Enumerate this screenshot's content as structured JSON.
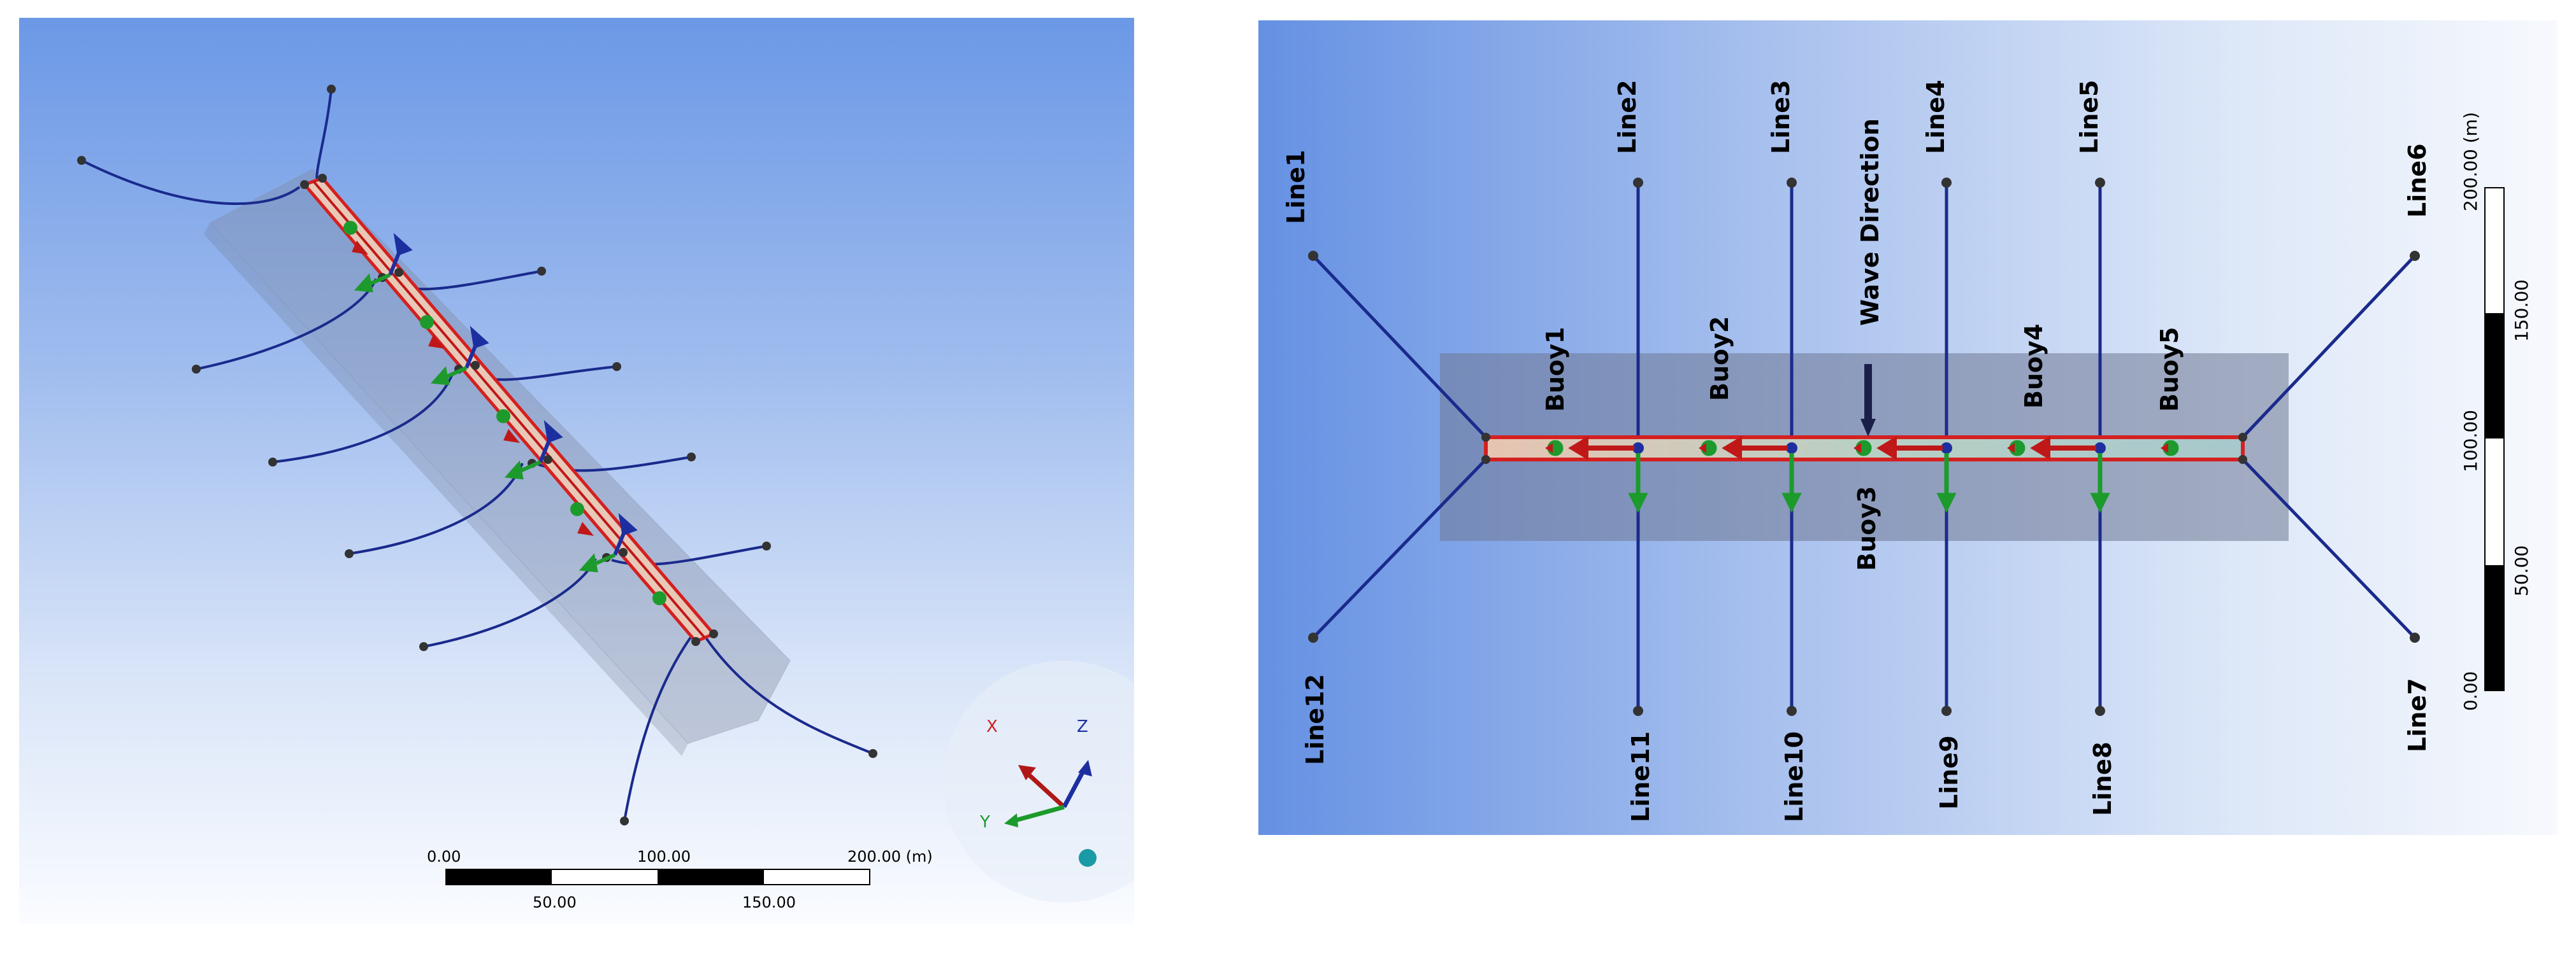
{
  "left_view": {
    "triad": {
      "x_label": "X",
      "y_label": "Y",
      "z_label": "Z"
    },
    "scale_bar": {
      "top_labels": [
        "0.00",
        "100.00",
        "200.00 (m)"
      ],
      "bottom_labels": [
        "50.00",
        "150.00"
      ]
    }
  },
  "right_view": {
    "wave_direction_label": "Wave Direction",
    "buoys": [
      {
        "label": "Buoy1"
      },
      {
        "label": "Buoy2"
      },
      {
        "label": "Buoy3"
      },
      {
        "label": "Buoy4"
      },
      {
        "label": "Buoy5"
      }
    ],
    "lines": [
      {
        "label": "Line1"
      },
      {
        "label": "Line2"
      },
      {
        "label": "Line3"
      },
      {
        "label": "Line4"
      },
      {
        "label": "Line5"
      },
      {
        "label": "Line6"
      },
      {
        "label": "Line7"
      },
      {
        "label": "Line8"
      },
      {
        "label": "Line9"
      },
      {
        "label": "Line10"
      },
      {
        "label": "Line11"
      },
      {
        "label": "Line12"
      }
    ],
    "scale_bar": {
      "left_labels": [
        "0.00",
        "100.00",
        "200.00 (m)"
      ],
      "right_labels": [
        "50.00",
        "150.00"
      ]
    }
  },
  "colors": {
    "mooring_line": "#1a2a8c",
    "buoy_fill": "#e8c9b8",
    "buoy_edge": "#d42020",
    "force_arrow_red": "#c01818",
    "force_arrow_green": "#1d9a2c",
    "force_arrow_blue": "#1d2fa0",
    "wave_arrow": "#1a1f4a"
  }
}
